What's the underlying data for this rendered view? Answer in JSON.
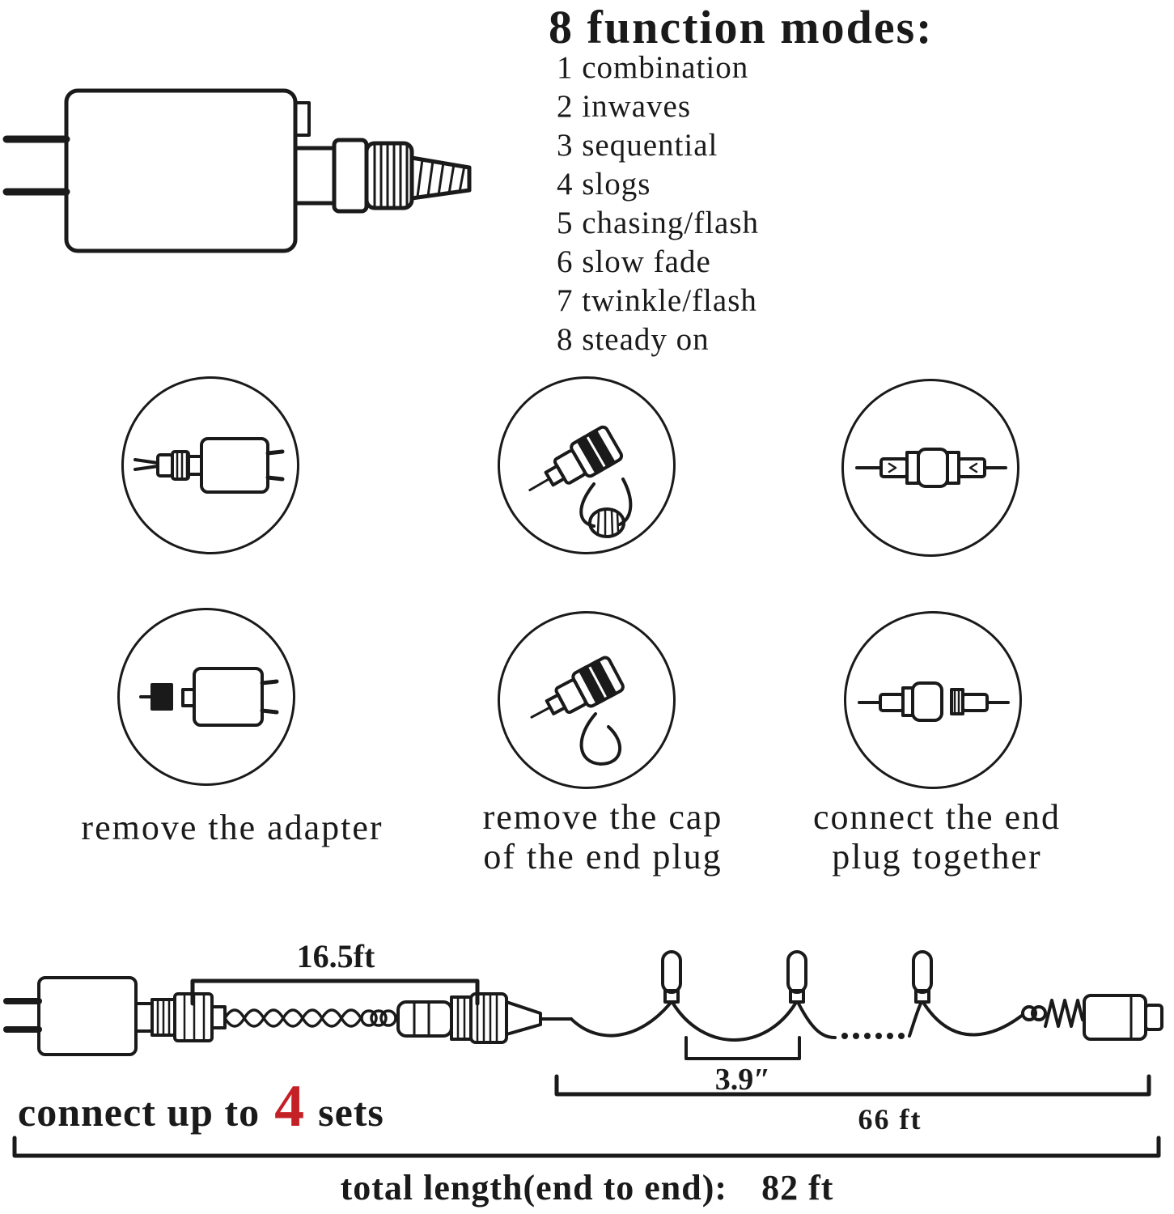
{
  "function_modes": {
    "title": "8 function modes:",
    "items": [
      "1 combination",
      "2 inwaves",
      "3 sequential",
      "4 slogs",
      "5 chasing/flash",
      "6 slow fade",
      "7 twinkle/flash",
      "8 steady on"
    ]
  },
  "steps": {
    "remove_adapter": "remove the adapter",
    "remove_cap_line1": "remove the cap",
    "remove_cap_line2": "of the end plug",
    "connect_plug_line1": "connect the end",
    "connect_plug_line2": "plug together"
  },
  "measurements": {
    "lead_length": "16.5ft",
    "bulb_spacing": "3.9″",
    "string_length": "66 ft",
    "total_label": "total length(end to end):",
    "total_value": "82 ft"
  },
  "connect_line": {
    "prefix": "connect up to",
    "sets_count": "4",
    "suffix": "sets"
  },
  "colors": {
    "ink": "#1a1a1a",
    "accent_red": "#c42127"
  }
}
